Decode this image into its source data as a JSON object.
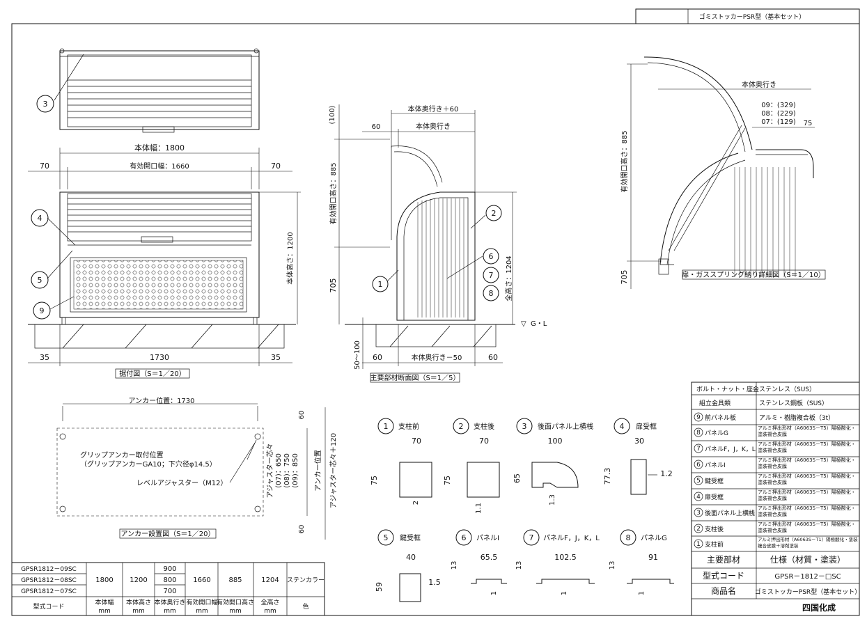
{
  "title_block": {
    "title": "ゴミストッカーPSR型（基本セット）"
  },
  "front_view": {
    "width_total": "本体幅：1800",
    "opening_width": "有効開口幅：1660",
    "side_left": "70",
    "side_right": "70",
    "height_label": "本体高さ：1200",
    "base_width": "1730",
    "base_left": "35",
    "base_right": "35",
    "caption": "据付図（S＝1／20）",
    "callouts": [
      "3",
      "4",
      "5",
      "9"
    ]
  },
  "section_view": {
    "depth_plus": "本体奥行き＋60",
    "offset": "60",
    "depth": "本体奥行き",
    "clearance": "(100)",
    "open_height": "有効開口高さ：885",
    "lower": "705",
    "total_height": "全高さ：1204",
    "ground": "G・L",
    "base_var": "50～100",
    "bottom_left": "60",
    "bottom_mid": "本体奥行き－50",
    "bottom_right": "60",
    "caption": "主要部材断面図（S＝1／5）",
    "callouts": [
      "1",
      "2",
      "6",
      "7",
      "8"
    ]
  },
  "door_detail": {
    "depth": "本体奥行き",
    "rows": [
      "09：(329)",
      "08：(229)",
      "07：(129)"
    ],
    "offset": "75",
    "open_height": "有効開口高さ：885",
    "lower": "705",
    "caption": "扉・ガススプリング納り詳細図（S＝1／10）"
  },
  "anchor_plan": {
    "anchor_pos": "アンカー位置：1730",
    "grip_note": "グリップアンカー取付位置",
    "grip_spec": "（グリップアンカーGA10；下穴径φ14.5）",
    "level_note": "レベルアジャスター（M12）",
    "top": "60",
    "bottom": "60",
    "adj_label": "アジャスター芯々",
    "adj_rows": [
      "(07)：650",
      "(08)：750",
      "(09)：850"
    ],
    "anchor_label": "アンカー位置",
    "anchor_formula": "アジャスター芯々＋120",
    "caption": "アンカー設置図（S＝1／20）"
  },
  "sections": [
    {
      "no": "1",
      "name": "支柱前",
      "w": "70",
      "h": "75",
      "t": "2"
    },
    {
      "no": "2",
      "name": "支柱後",
      "w": "70",
      "h": "75",
      "t": "1.1"
    },
    {
      "no": "3",
      "name": "後面パネル上横桟",
      "w": "100",
      "h": "65",
      "t": "1.3"
    },
    {
      "no": "4",
      "name": "扉受框",
      "w": "30",
      "h": "77.3",
      "t": "1.2"
    },
    {
      "no": "5",
      "name": "鍵受框",
      "w": "40",
      "h": "59",
      "t": "1.5"
    },
    {
      "no": "6",
      "name": "パネルI",
      "w": "65.5",
      "h": "13",
      "t": "1"
    },
    {
      "no": "7",
      "name": "パネルF，J，K，L",
      "w": "102.5",
      "h": "13",
      "t": "1"
    },
    {
      "no": "8",
      "name": "パネルG",
      "w": "91",
      "h": "13",
      "t": "1"
    }
  ],
  "spec_table": {
    "rows": [
      {
        "no": "",
        "part": "ボルト・ナット・座金",
        "spec": "ステンレス（SUS）"
      },
      {
        "no": "",
        "part": "組立金具類",
        "spec": "ステンレス鋼板（SUS）"
      },
      {
        "no": "9",
        "part": "前パネル板",
        "spec": "アルミ・樹脂複合板（3t）"
      },
      {
        "no": "8",
        "part": "パネルG",
        "spec": "アルミ押出形材（A6063S－T5）陽極酸化・塗装複合皮膜"
      },
      {
        "no": "7",
        "part": "パネルF，J，K，L",
        "spec": "アルミ押出形材（A6063S－T5）陽極酸化・塗装複合皮膜"
      },
      {
        "no": "6",
        "part": "パネルI",
        "spec": "アルミ押出形材（A6063S－T5）陽極酸化・塗装複合皮膜"
      },
      {
        "no": "5",
        "part": "鍵受框",
        "spec": "アルミ押出形材（A6063S－T5）陽極酸化・塗装複合皮膜"
      },
      {
        "no": "4",
        "part": "扉受框",
        "spec": "アルミ押出形材（A6063S－T5）陽極酸化・塗装複合皮膜"
      },
      {
        "no": "3",
        "part": "後面パネル上横桟",
        "spec": "アルミ押出形材（A6063S－T5）陽極酸化・塗装複合皮膜"
      },
      {
        "no": "2",
        "part": "支柱後",
        "spec": "アルミ押出形材（A6063S－T5）陽極酸化・塗装複合皮膜"
      },
      {
        "no": "1",
        "part": "支柱前",
        "spec": "アルミ押出形材（A6063S－T1）陽極酸化・塗装複合皮膜＋溶剤塗装"
      }
    ],
    "header_part": "主要部材",
    "header_spec": "仕様（材質・塗装）",
    "code_label": "型式コード",
    "code_value": "GPSR－1812－□SC",
    "product_label": "商品名",
    "product_value": "ゴミストッカーPSR型（基本セット）",
    "maker": "四国化成"
  },
  "model_table": {
    "codes": [
      "GPSR1812－09SC",
      "GPSR1812－08SC",
      "GPSR1812－07SC"
    ],
    "width": "1800",
    "height": "1200",
    "depths": [
      "900",
      "800",
      "700"
    ],
    "open_w": "1660",
    "open_h": "885",
    "total_h": "1204",
    "color": "ステンカラー",
    "headers": [
      "型式コード",
      "本体幅",
      "本体高さ",
      "本体奥行き",
      "有効開口幅",
      "有効開口高さ",
      "全高さ",
      "色"
    ],
    "unit": "mm"
  }
}
